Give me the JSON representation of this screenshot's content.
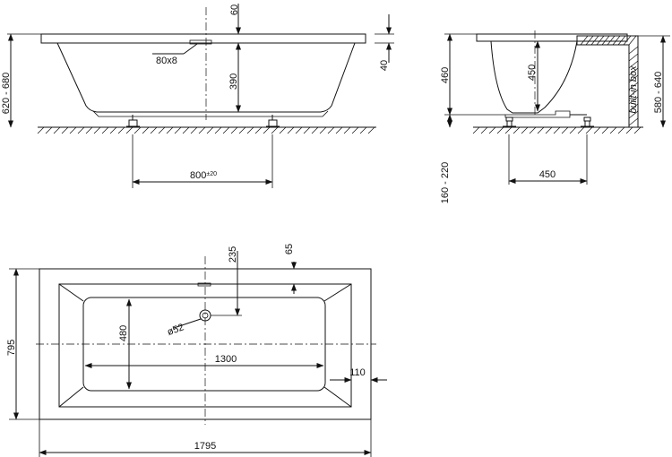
{
  "labels": {
    "front": {
      "top_rim": "60",
      "outlet": "80x8",
      "depth": "390",
      "rim_thickness": "40",
      "total_height": "620 - 680",
      "feet_span": "800",
      "feet_tolerance": "±20"
    },
    "side": {
      "height": "460",
      "depth": "450",
      "box_height": "580 - 640",
      "built_in": "built-in box",
      "legs": "160 - 220",
      "feet_span": "450"
    },
    "plan": {
      "outlet_offset": "235",
      "rim": "65",
      "drain": "ø52",
      "inner_width": "480",
      "inner_length": "1300",
      "end_rim": "110",
      "width": "795",
      "length": "1795"
    }
  }
}
